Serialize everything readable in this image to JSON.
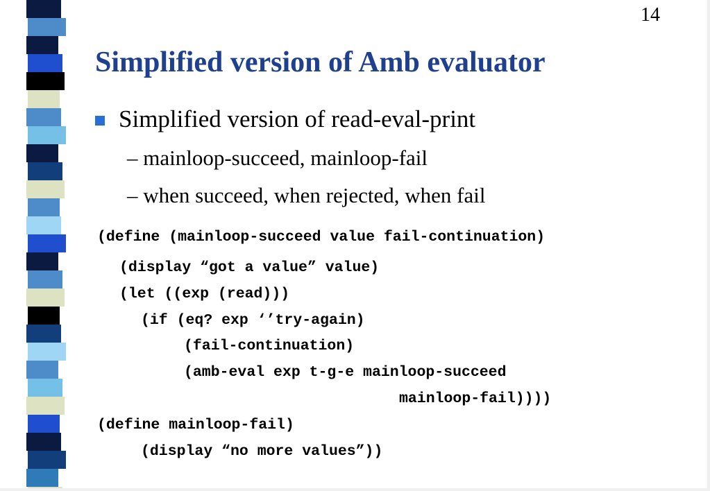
{
  "slide": {
    "page_number": "14",
    "title": "Simplified version of Amb evaluator",
    "bullet": "Simplified version of read-eval-print",
    "sub_bullets": [
      "– mainloop-succeed, mainloop-fail",
      "– when succeed, when rejected, when fail"
    ],
    "code_lines": [
      "(define (mainloop-succeed value fail-continuation)",
      "(display “got a value” value)",
      "(let ((exp (read)))",
      "(if (eq? exp ‘’try-again)",
      "(fail-continuation)",
      "(amb-eval exp t-g-e mainloop-succeed",
      "mainloop-fail))))",
      "(define mainloop-fail)",
      "(display “no more values”))"
    ]
  },
  "colors": {
    "title": "#1f3f8f",
    "bullet": "#2b6fd6",
    "stripe_palette": [
      "#0a1a40",
      "#4d8cc8",
      "#dde3c2",
      "#1f4fcf",
      "#000000",
      "#74c0e6",
      "#123f7c",
      "#9fd6f6",
      "#2e7bb8"
    ]
  }
}
